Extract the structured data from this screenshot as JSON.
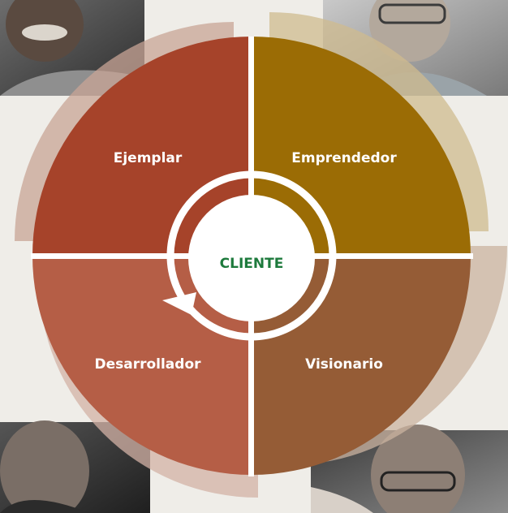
{
  "diagram": {
    "center": {
      "label": "CLIENTE",
      "color": "#1d7a3c"
    },
    "quadrants": [
      {
        "id": "ejemplar",
        "label": "Ejemplar",
        "color": "#a6432a",
        "ghost": "#c8a496"
      },
      {
        "id": "emprendedor",
        "label": "Emprendedor",
        "color": "#9b6c05",
        "ghost": "#cfbb8f"
      },
      {
        "id": "desarrollador",
        "label": "Desarrollador",
        "color": "#b55e46",
        "ghost": "#d3b2a6"
      },
      {
        "id": "visionario",
        "label": "Visionario",
        "color": "#955c36",
        "ghost": "#cbb3a0"
      }
    ],
    "ring_color": "#ffffff"
  },
  "photos": [
    {
      "id": "photo-top-left",
      "description_icon": "portrait-photo"
    },
    {
      "id": "photo-top-right",
      "description_icon": "portrait-photo"
    },
    {
      "id": "photo-bottom-left",
      "description_icon": "portrait-photo"
    },
    {
      "id": "photo-bottom-right",
      "description_icon": "portrait-photo"
    }
  ]
}
